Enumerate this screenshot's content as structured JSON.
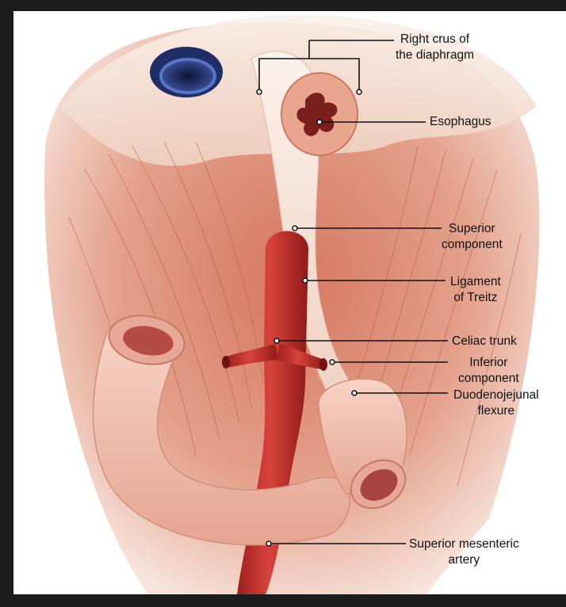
{
  "labels": {
    "right_crus": [
      "Right crus of",
      "the diaphragm"
    ],
    "esophagus": "Esophagus",
    "superior_component": [
      "Superior",
      "component"
    ],
    "ligament_of_treitz": [
      "Ligament",
      "of Treitz"
    ],
    "celiac_trunk": "Celiac trunk",
    "inferior_component": [
      "Inferior",
      "component"
    ],
    "duodenojejunal_flexure": [
      "Duodenojejunal",
      "flexure"
    ],
    "superior_mesenteric_artery": [
      "Superior mesenteric",
      "artery"
    ]
  },
  "colors": {
    "background": "#ffffff",
    "muscle": "#d9836c",
    "tendon": "#f3ddd0",
    "artery": "#c1302c",
    "duodenum": "#efb9a8",
    "vena_cava_lumen": "#1f2e66",
    "leader_line": "#111111"
  }
}
